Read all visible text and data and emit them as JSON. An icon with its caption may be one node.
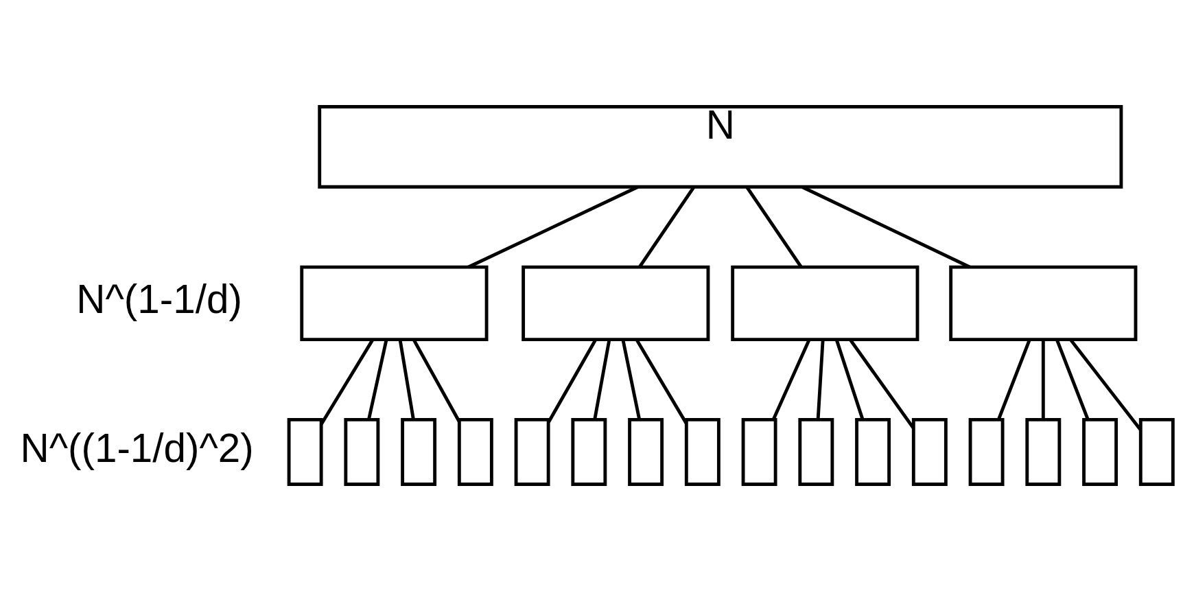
{
  "diagram": {
    "nodes": [
      {
        "text": [
          "N"
        ]
      },
      {
        "text": [],
        "shape": "box"
      },
      {
        "text": [],
        "shape": "box"
      },
      {
        "text": [],
        "shape": "box"
      },
      {
        "text": [],
        "shape": "box"
      },
      {
        "text": [],
        "shape": "box"
      },
      {
        "text": [],
        "shape": "box"
      },
      {
        "text": [],
        "shape": "box"
      },
      {
        "text": [],
        "shape": "box"
      },
      {
        "text": [],
        "shape": "box"
      },
      {
        "text": [],
        "shape": "box"
      },
      {
        "text": [],
        "shape": "box"
      },
      {
        "text": [],
        "shape": "box"
      },
      {
        "text": [],
        "shape": "box"
      },
      {
        "text": [],
        "shape": "box"
      },
      {
        "text": [],
        "shape": "box"
      },
      {
        "text": [],
        "shape": "box"
      },
      {
        "text": [],
        "shape": "box"
      },
      {
        "text": [],
        "shape": "box"
      },
      {
        "text": [],
        "shape": "box"
      },
      {
        "text": [],
        "shape": "box"
      }
    ],
    "edges": [
      {
        "from": 0,
        "to": 1,
        "arrow": "none"
      },
      {
        "from": 0,
        "to": 2,
        "arrow": "none"
      },
      {
        "from": 0,
        "to": 3,
        "arrow": "none"
      },
      {
        "from": 0,
        "to": 4,
        "arrow": "none"
      },
      {
        "from": 1,
        "to": 5,
        "arrow": "none"
      },
      {
        "from": 1,
        "to": 6,
        "arrow": "none"
      },
      {
        "from": 1,
        "to": 7,
        "arrow": "none"
      },
      {
        "from": 1,
        "to": 8,
        "arrow": "none"
      },
      {
        "from": 2,
        "to": 9,
        "arrow": "none"
      },
      {
        "from": 2,
        "to": 10,
        "arrow": "none"
      },
      {
        "from": 2,
        "to": 11,
        "arrow": "none"
      },
      {
        "from": 2,
        "to": 12,
        "arrow": "none"
      },
      {
        "from": 3,
        "to": 13,
        "arrow": "none"
      },
      {
        "from": 3,
        "to": 14,
        "arrow": "none"
      },
      {
        "from": 3,
        "to": 15,
        "arrow": "none"
      },
      {
        "from": 3,
        "to": 16,
        "arrow": "none"
      },
      {
        "from": 4,
        "to": 17,
        "arrow": "none"
      },
      {
        "from": 4,
        "to": 18,
        "arrow": "none"
      },
      {
        "from": 4,
        "to": 19,
        "arrow": "none"
      },
      {
        "from": 4,
        "to": 20,
        "arrow": "none"
      }
    ],
    "labels": [
      "N^(1-1/d)",
      "N^((1-1/d)^2)"
    ]
  }
}
